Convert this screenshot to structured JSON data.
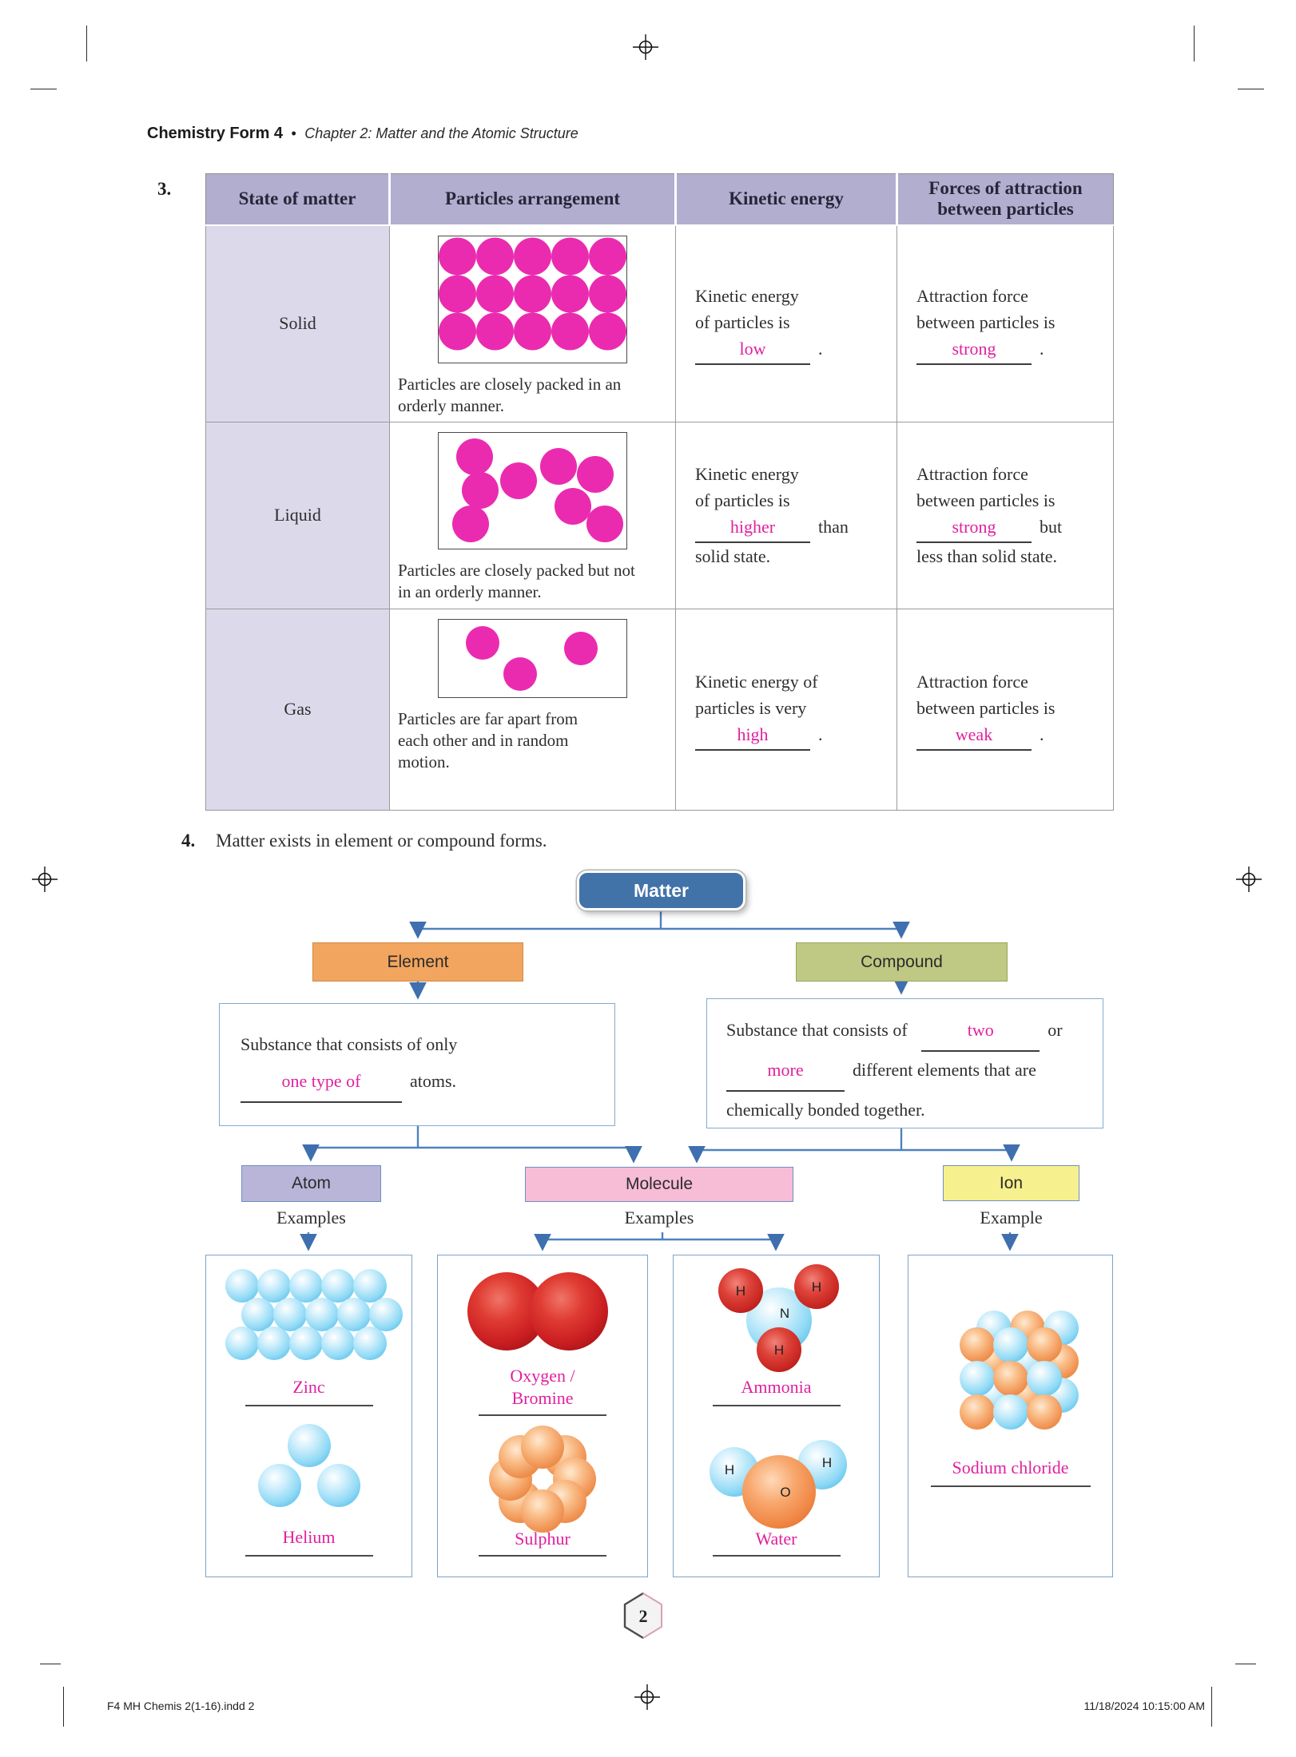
{
  "colors": {
    "magenta": "#e0219e",
    "particle-magenta": "#ea2bb0",
    "connector-blue": "#4f81bd",
    "matter-blue": "#4273a8",
    "element-orange": "#f2a55f",
    "compound-olive": "#bfc983",
    "atom-lavender": "#b8b5d8",
    "molecule-pink": "#f7bcd6",
    "ion-yellow": "#f7f08e",
    "table-header-purple": "#b2aecf",
    "state-cell-lavender": "#dcdaea"
  },
  "header": {
    "bold": "Chemistry Form 4",
    "separator": "•",
    "italic": "Chapter 2: Matter and the Atomic Structure"
  },
  "table": {
    "item_number": "3.",
    "headers": [
      "State of matter",
      "Particles arrangement",
      "Kinetic energy",
      "Forces of attraction between particles"
    ],
    "rows": [
      {
        "state": "Solid",
        "caption": "Particles are closely packed in an orderly manner.",
        "kinetic": {
          "l1": "Kinetic energy",
          "l2": "of particles is",
          "answer": "low",
          "after": "."
        },
        "force": {
          "l1": "Attraction force",
          "l2": "between particles is",
          "answer": "strong",
          "after": "."
        }
      },
      {
        "state": "Liquid",
        "caption": "Particles are closely packed but not in an orderly manner.",
        "kinetic": {
          "l1": "Kinetic energy",
          "l2": "of particles is",
          "answer": "higher",
          "after": "than",
          "l3": "solid state."
        },
        "force": {
          "l1": "Attraction force",
          "l2": "between particles is",
          "answer": "strong",
          "after": "but",
          "l3": "less than solid state."
        }
      },
      {
        "state": "Gas",
        "caption": "Particles are far apart from each other and in random motion.",
        "kinetic": {
          "l1": "Kinetic energy of",
          "l2": "particles is very",
          "answer": "high",
          "after": "."
        },
        "force": {
          "l1": "Attraction force",
          "l2": "between particles is",
          "answer": "weak",
          "after": "."
        }
      }
    ]
  },
  "flowchart": {
    "item_number": "4.",
    "intro": "Matter exists in element or compound forms.",
    "matter_label": "Matter",
    "element_label": "Element",
    "compound_label": "Compound",
    "element_desc": {
      "pre": "Substance that consists of only",
      "answer": "one type of",
      "post": "atoms."
    },
    "compound_desc": {
      "pre": "Substance that consists of",
      "answer1": "two",
      "mid": "or",
      "answer2": "more",
      "post": "different elements that are",
      "post2": "chemically bonded together."
    },
    "atom_label": "Atom",
    "molecule_label": "Molecule",
    "ion_label": "Ion",
    "atom_examples_label": "Examples",
    "molecule_examples_label": "Examples",
    "ion_example_label": "Example",
    "examples": {
      "zinc": "Zinc",
      "helium": "Helium",
      "oxygen_bromine_l1": "Oxygen /",
      "oxygen_bromine_l2": "Bromine",
      "sulphur": "Sulphur",
      "ammonia": "Ammonia",
      "water": "Water",
      "sodium_chloride": "Sodium chloride"
    },
    "atom_letters": {
      "h": "H",
      "n": "N",
      "o": "O"
    }
  },
  "footer": {
    "page_number": "2",
    "left": "F4  MH Chemis 2(1-16).indd   2",
    "right": "11/18/2024   10:15:00 AM"
  }
}
